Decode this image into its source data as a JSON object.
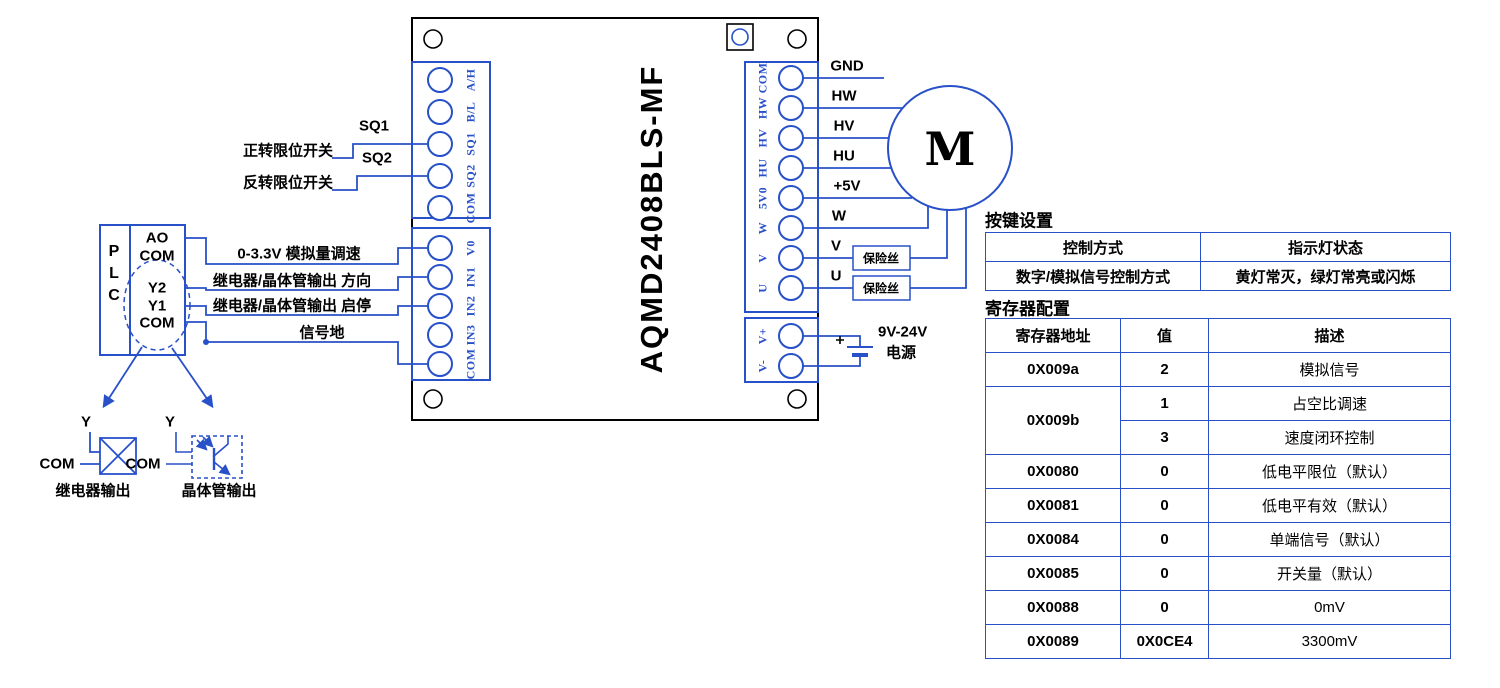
{
  "colors": {
    "accent": "#2850C8",
    "ink": "#000000",
    "background": "#FFFFFF"
  },
  "board": {
    "name": "AQMD2408BLS-MF",
    "left_top_pins": [
      "A/H",
      "B/L",
      "SQ1",
      "SQ2",
      "COM"
    ],
    "left_bottom_pins": [
      "V0",
      "IN1",
      "IN2",
      "IN3",
      "COM"
    ],
    "right_pins": [
      "COM",
      "HW",
      "HV",
      "HU",
      "5V0",
      "W",
      "V",
      "U"
    ],
    "power_pins": [
      "V+",
      "V-"
    ]
  },
  "motor": {
    "label": "M"
  },
  "wires": {
    "right_labels": [
      "GND",
      "HW",
      "HV",
      "HU",
      "+5V",
      "W",
      "V",
      "U"
    ],
    "fuse": "保险丝",
    "power_line1": "9V-24V",
    "power_line2": "电源"
  },
  "left": {
    "sq1": "SQ1",
    "sq2": "SQ2",
    "forward_switch": "正转限位开关",
    "reverse_switch": "反转限位开关",
    "analog": "0-3.3V 模拟量调速",
    "direction": "继电器/晶体管输出 方向",
    "start_stop": "继电器/晶体管输出 启停",
    "signal_ground": "信号地"
  },
  "plc": {
    "letters": [
      "P",
      "L",
      "C"
    ],
    "terminals": [
      "AO",
      "COM",
      "Y2",
      "Y1",
      "COM"
    ]
  },
  "outputs": {
    "relay_y": "Y",
    "relay_com": "COM",
    "relay_caption": "继电器输出",
    "transistor_y": "Y",
    "transistor_com": "COM",
    "transistor_caption": "晶体管输出"
  },
  "key_settings": {
    "title": "按键设置",
    "headers": [
      "控制方式",
      "指示灯状态"
    ],
    "row": [
      "数字/模拟信号控制方式",
      "黄灯常灭，绿灯常亮或闪烁"
    ]
  },
  "registers": {
    "title": "寄存器配置",
    "headers": [
      "寄存器地址",
      "值",
      "描述"
    ],
    "rows": [
      [
        "0X009a",
        "2",
        "模拟信号"
      ],
      [
        "0X009b",
        "1",
        "占空比调速"
      ],
      [
        "",
        "3",
        "速度闭环控制"
      ],
      [
        "0X0080",
        "0",
        "低电平限位（默认）"
      ],
      [
        "0X0081",
        "0",
        "低电平有效（默认）"
      ],
      [
        "0X0084",
        "0",
        "单端信号（默认）"
      ],
      [
        "0X0085",
        "0",
        "开关量（默认）"
      ],
      [
        "0X0088",
        "0",
        "0mV"
      ],
      [
        "0X0089",
        "0X0CE4",
        "3300mV"
      ]
    ]
  }
}
